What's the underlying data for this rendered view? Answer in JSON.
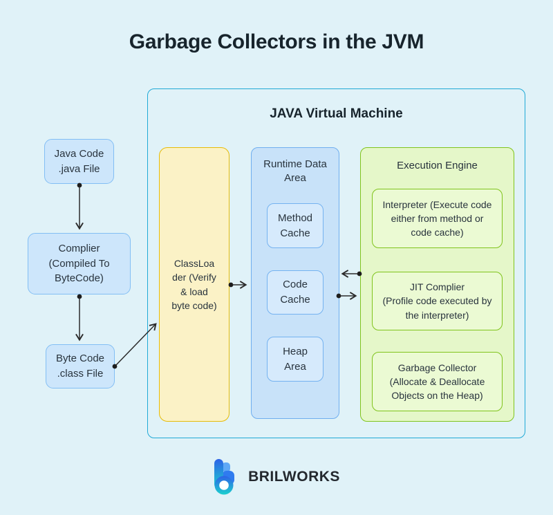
{
  "title": "Garbage Collectors in the JVM",
  "left_flow": {
    "java_code": {
      "lines": [
        "Java Code",
        ".java File"
      ]
    },
    "compiler": {
      "lines": [
        "Complier",
        "(Compiled To",
        "ByteCode)"
      ]
    },
    "byte_code": {
      "lines": [
        "Byte Code",
        ".class File"
      ]
    }
  },
  "jvm": {
    "title": "JAVA Virtual Machine",
    "classloader": {
      "lines": [
        "ClassLoa",
        "der (Verify",
        "& load",
        "byte code)"
      ]
    },
    "runtime": {
      "title_lines": [
        "Runtime Data",
        "Area"
      ],
      "method_cache": {
        "lines": [
          "Method",
          "Cache"
        ]
      },
      "code_cache": {
        "lines": [
          "Code",
          "Cache"
        ]
      },
      "heap_area": {
        "lines": [
          "Heap",
          "Area"
        ]
      }
    },
    "execution": {
      "title": "Execution Engine",
      "interpreter": {
        "lines": [
          "Interpreter (Execute code",
          "either from method or",
          "code cache)"
        ]
      },
      "jit": {
        "lines": [
          "JIT Complier",
          "(Profile code executed by",
          "the interpreter)"
        ]
      },
      "gc": {
        "lines": [
          "Garbage Collector",
          "(Allocate & Deallocate",
          "Objects on the Heap)"
        ]
      }
    }
  },
  "footer": {
    "brand": "BRILWORKS"
  },
  "colors": {
    "page_bg": "#e0f2f8",
    "jvm_border": "#1fa9d6",
    "blue_fill": "#cde6fb",
    "blue_border": "#82bef4",
    "runtime_fill": "#c8e2f9",
    "runtime_sub_fill": "#d6eafc",
    "yellow_fill": "#fbf2c6",
    "yellow_border": "#e7bb05",
    "green_fill": "#e5f7c9",
    "green_sub_fill": "#ebfad3",
    "green_border": "#7fc41b",
    "arrow": "#2b2b2b",
    "brand_gradient_top": "#2e63e7",
    "brand_gradient_bottom": "#1bd0ce"
  }
}
